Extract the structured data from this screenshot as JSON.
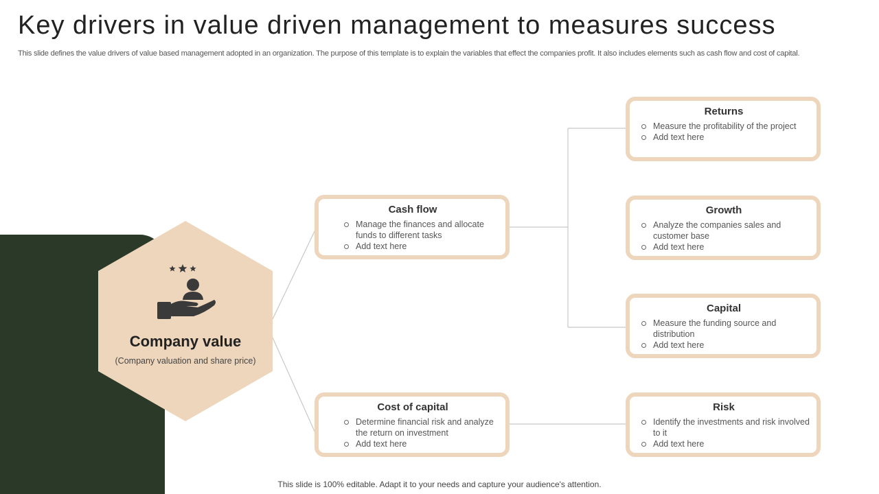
{
  "header": {
    "title": "Key drivers in value driven management to measures success",
    "subtitle": "This slide defines the value drivers of value based management adopted in an organization. The purpose of this template is to explain the variables that effect the companies profit. It also includes elements such as cash flow and cost of capital."
  },
  "hub": {
    "title": "Company value",
    "subtitle": "(Company valuation  and share price)",
    "icon": "hand-holding-person-icon"
  },
  "drivers": {
    "cash_flow": {
      "title": "Cash flow",
      "bullets": [
        "Manage the finances and allocate funds to different tasks",
        "Add text here"
      ]
    },
    "cost_of_capital": {
      "title": "Cost of capital",
      "bullets": [
        "Determine financial risk and analyze the return  on investment",
        "Add text here"
      ]
    },
    "returns": {
      "title": "Returns",
      "bullets": [
        "Measure the profitability of the project",
        "Add text here"
      ]
    },
    "growth": {
      "title": "Growth",
      "bullets": [
        "Analyze the companies sales and customer base",
        "Add text here"
      ]
    },
    "capital": {
      "title": "Capital",
      "bullets": [
        "Measure the funding source and distribution",
        "Add text here"
      ]
    },
    "risk": {
      "title": "Risk",
      "bullets": [
        "Identify the investments and risk involved  to it",
        "Add text here"
      ]
    }
  },
  "footer": "This slide is 100% editable. Adapt it to your needs and capture your audience's attention.",
  "colors": {
    "accent_beige": "#eed6bc",
    "dark_green": "#2b3a28",
    "connector": "#c8c8c8"
  }
}
